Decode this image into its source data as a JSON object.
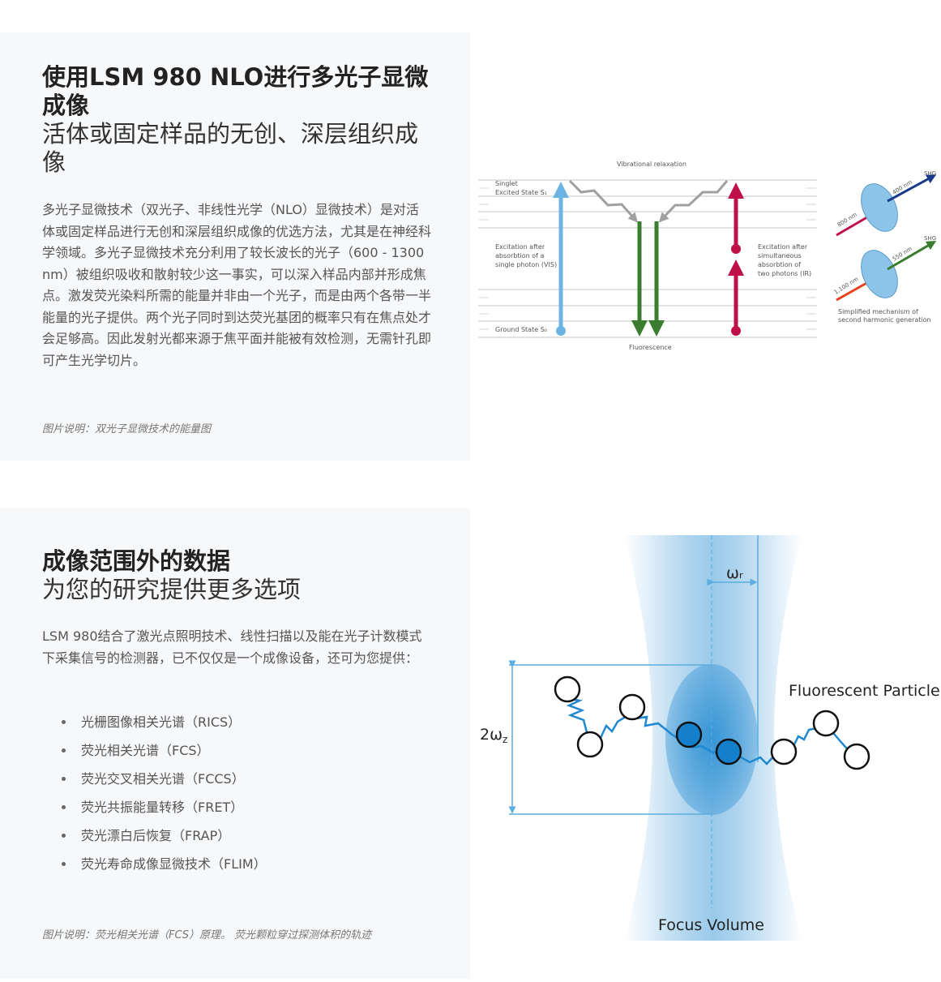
{
  "section1": {
    "title": "使用LSM 980 NLO进行多光子显微成像",
    "subtitle": "活体或固定样品的无创、深层组织成像",
    "body": "多光子显微技术（双光子、非线性光学（NLO）显微技术）是对活体或固定样品进行无创和深层组织成像的优选方法，尤其是在神经科学领域。多光子显微技术充分利用了较长波长的光子（600 - 1300 nm）被组织吸收和散射较少这一事实，可以深入样品内部并形成焦点。激发荧光染料所需的能量并非由一个光子，而是由两个各带一半能量的光子提供。两个光子同时到达荧光基团的概率只有在焦点处才会足够高。因此发射光都来源于焦平面并能被有效检测，无需针孔即可产生光学切片。",
    "caption": "图片说明：双光子显微技术的能量图",
    "diagram": {
      "vibrational": "Vibrational relaxation",
      "singlet1": "Singlet",
      "singlet2": "Excited State S₁",
      "exc_single": [
        "Excitation after",
        "absorbtion of a",
        "single photon (VIS)"
      ],
      "exc_two": [
        "Excitation after",
        "simultaneous",
        "absorbtion of",
        "two photons (IR)"
      ],
      "ground": "Ground State S₀",
      "fluorescence": "Fluorescence",
      "shg": "SHG",
      "nm800": "800 nm",
      "nm400": "400 nm",
      "nm1100": "1,100 nm",
      "nm550": "550 nm",
      "shg_caption": [
        "Simplified mechanism of",
        "second harmonic generation"
      ],
      "colors": {
        "blue": "#6cb4e4",
        "green": "#3a7d2e",
        "red": "#c0104a",
        "gray": "#a0a0a0"
      }
    }
  },
  "section2": {
    "title": "成像范围外的数据",
    "subtitle": "为您的研究提供更多选项",
    "body": "LSM 980结合了激光点照明技术、线性扫描以及能在光子计数模式下采集信号的检测器，已不仅仅是一个成像设备，还可为您提供：",
    "items": [
      "光栅图像相关光谱（RICS）",
      "荧光相关光谱（FCS）",
      "荧光交叉相关光谱（FCCS）",
      "荧光共振能量转移（FRET）",
      "荧光漂白后恢复（FRAP）",
      "荧光寿命成像显微技术（FLIM）"
    ],
    "caption": "图片说明：荧光相关光谱（FCS）原理。 荧光颗粒穿过探测体积的轨迹",
    "diagram": {
      "wr": "ωᵣ",
      "wz": "2ω",
      "wz_sub": "z",
      "particle": "Fluorescent Particle",
      "focus": "Focus Volume",
      "colors": {
        "beam": "#1e88d0",
        "line": "#5aaee0"
      }
    }
  }
}
